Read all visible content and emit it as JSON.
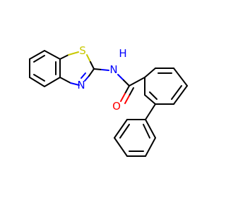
{
  "molecule": {
    "atoms": {
      "S": {
        "text": "S",
        "color": "#c8c800"
      },
      "N_ring": {
        "text": "N",
        "color": "#0000ff"
      },
      "N_amide": {
        "text": "N",
        "color": "#0000ff"
      },
      "H_amide": {
        "text": "H",
        "color": "#0000ff"
      },
      "O": {
        "text": "O",
        "color": "#ff0000"
      }
    },
    "bond_color": "#000000"
  }
}
